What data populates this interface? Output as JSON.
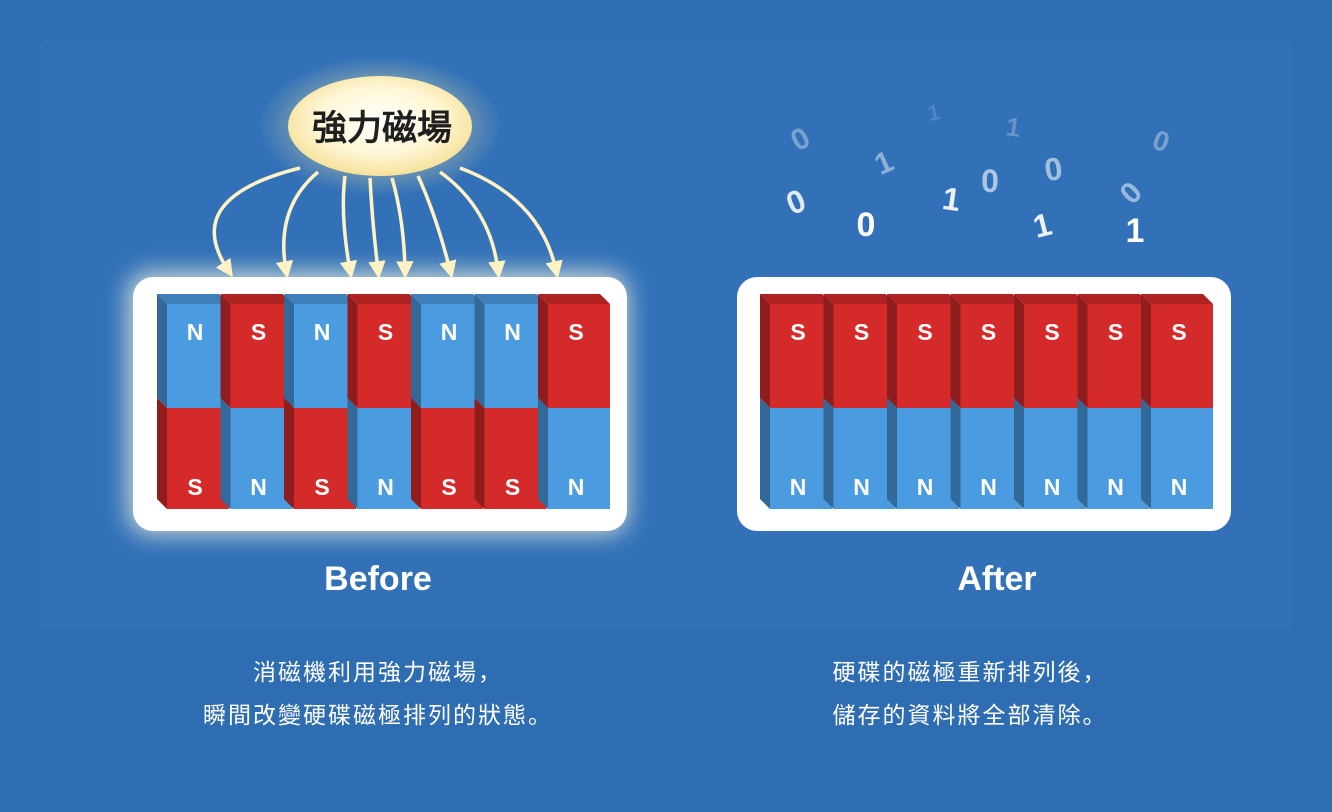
{
  "field_label": "強力磁場",
  "before": {
    "title": "Before",
    "top_poles": [
      "N",
      "S",
      "N",
      "S",
      "N",
      "N",
      "S"
    ],
    "bottom_poles": [
      "S",
      "N",
      "S",
      "N",
      "S",
      "S",
      "N"
    ],
    "caption": [
      "消磁機利用強力磁場，",
      "瞬間改變硬碟磁極排列的狀態。"
    ]
  },
  "after": {
    "title": "After",
    "top_poles": [
      "S",
      "S",
      "S",
      "S",
      "S",
      "S",
      "S"
    ],
    "bottom_poles": [
      "N",
      "N",
      "N",
      "N",
      "N",
      "N",
      "N"
    ],
    "caption": [
      "硬碟的磁極重新排列後，",
      "儲存的資料將全部清除。"
    ]
  },
  "scattered_bits": [
    "0",
    "1",
    "1",
    "0",
    "0",
    "1",
    "0",
    "1",
    "0",
    "1",
    "0",
    "0",
    "1"
  ],
  "colors": {
    "background": "#2f6db3",
    "north": "#4a9be0",
    "south": "#d42a2a",
    "glow": "#fff4c2"
  }
}
